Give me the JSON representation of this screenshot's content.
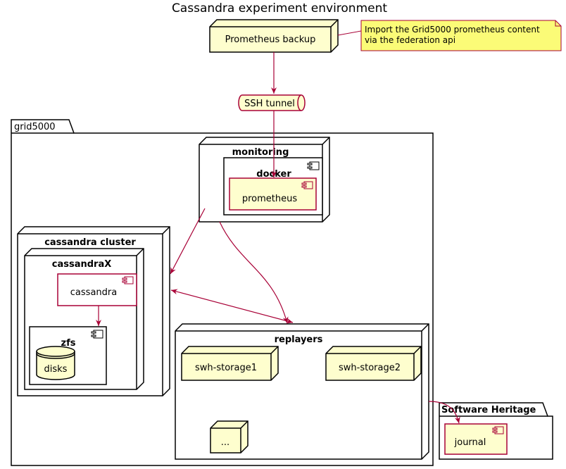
{
  "title": "Cassandra experiment environment",
  "nodes": {
    "prometheus_backup": "Prometheus backup",
    "ssh_tunnel": "SSH tunnel",
    "grid5000": "grid5000",
    "monitoring": "monitoring",
    "docker": "docker",
    "prometheus": "prometheus",
    "cassandra_cluster": "cassandra cluster",
    "cassandraX": "cassandraX",
    "cassandra": "cassandra",
    "zfs": "zfs",
    "disks": "disks",
    "replayers": "replayers",
    "swh_storage1": "swh-storage1",
    "swh_storage2": "swh-storage2",
    "more": "...",
    "software_heritage": "Software Heritage",
    "journal": "journal"
  },
  "note": {
    "line1": "Import the Grid5000 prometheus content",
    "line2": "via the federation api"
  },
  "colors": {
    "node_fill": "#FEFECE",
    "note_fill": "#FBFB77",
    "arrow": "#A80036",
    "border": "#000000",
    "component_border": "#A80036"
  }
}
